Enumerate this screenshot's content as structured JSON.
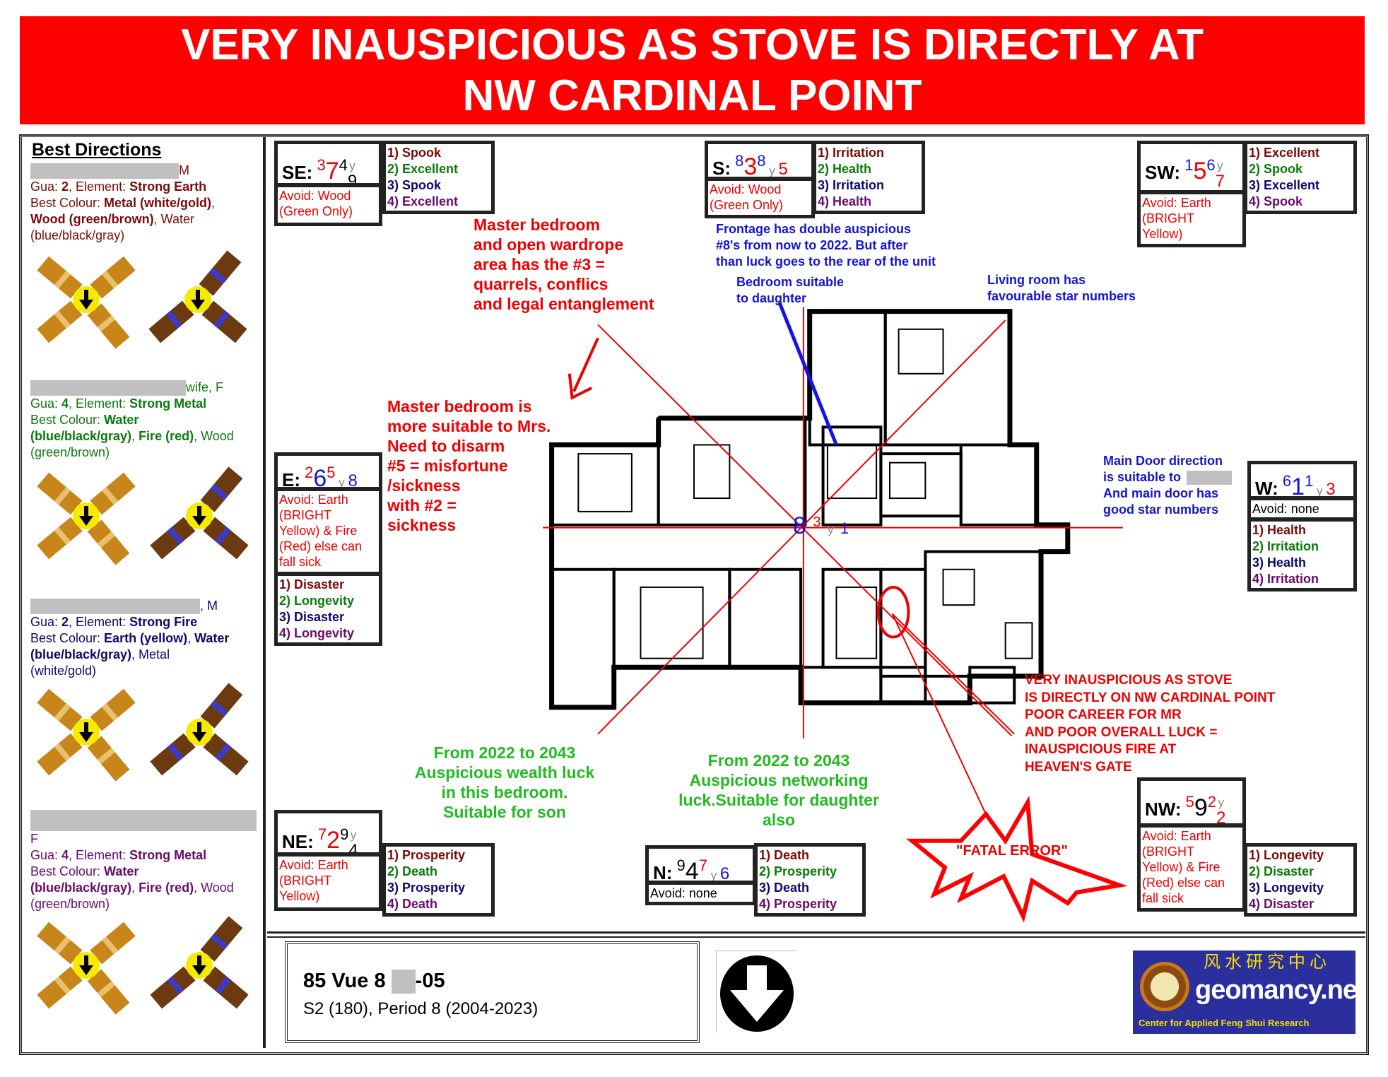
{
  "banner": {
    "line1": "VERY INAUSPICIOUS AS STOVE IS DIRECTLY AT",
    "line2": "NW CARDINAL POINT"
  },
  "left_panel": {
    "title": "Best Directions",
    "people": [
      {
        "color": "#7a0a0a",
        "name_suffix": "M",
        "lines": [
          [
            {
              "t": "Gua: "
            },
            {
              "t": "2",
              "b": true
            },
            {
              "t": ", Element: "
            },
            {
              "t": "Strong Earth",
              "b": true
            }
          ],
          [
            {
              "t": "Best Colour: "
            },
            {
              "t": "Metal (white/gold)",
              "b": true
            },
            {
              "t": ","
            }
          ],
          [
            {
              "t": "Wood (green/brown)",
              "b": true
            },
            {
              "t": ", Water"
            }
          ],
          [
            {
              "t": "(blue/black/gray)"
            }
          ]
        ]
      },
      {
        "color": "#0a7a0a",
        "name_suffix": "wife, F",
        "lines": [
          [
            {
              "t": "Gua: "
            },
            {
              "t": "4",
              "b": true
            },
            {
              "t": ", Element: "
            },
            {
              "t": "Strong Metal",
              "b": true
            }
          ],
          [
            {
              "t": "Best Colour: "
            },
            {
              "t": "Water",
              "b": true
            }
          ],
          [
            {
              "t": "(blue/black/gray)",
              "b": true
            },
            {
              "t": ", "
            },
            {
              "t": "Fire (red)",
              "b": true
            },
            {
              "t": ", Wood"
            }
          ],
          [
            {
              "t": "(green/brown)"
            }
          ]
        ]
      },
      {
        "color": "#0a0a6a",
        "name_suffix": ", M",
        "lines": [
          [
            {
              "t": "Gua: "
            },
            {
              "t": "2",
              "b": true
            },
            {
              "t": ", Element: "
            },
            {
              "t": "Strong Fire",
              "b": true
            }
          ],
          [
            {
              "t": "Best Colour: "
            },
            {
              "t": "Earth (yellow)",
              "b": true
            },
            {
              "t": ", "
            },
            {
              "t": "Water",
              "b": true
            }
          ],
          [
            {
              "t": "(blue/black/gray)",
              "b": true
            },
            {
              "t": ", Metal"
            }
          ],
          [
            {
              "t": "(white/gold)"
            }
          ]
        ]
      },
      {
        "color": "#6a0a6a",
        "name_suffix": "F",
        "lines": [
          [
            {
              "t": "Gua: "
            },
            {
              "t": "4",
              "b": true
            },
            {
              "t": ", Element: "
            },
            {
              "t": "Strong Metal",
              "b": true
            }
          ],
          [
            {
              "t": "Best Colour: "
            },
            {
              "t": "Water",
              "b": true
            }
          ],
          [
            {
              "t": "(blue/black/gray)",
              "b": true
            },
            {
              "t": ", "
            },
            {
              "t": "Fire (red)",
              "b": true
            },
            {
              "t": ", Wood"
            }
          ],
          [
            {
              "t": "(green/brown)"
            }
          ]
        ]
      }
    ]
  },
  "directions": [
    {
      "key": "SE",
      "label": "SE",
      "m": "3",
      "p": "7",
      "w": "4",
      "y": "y",
      "yv": "9",
      "colors": [
        "#e00",
        "#e00",
        "#000",
        "#000"
      ],
      "avoid": [
        "Avoid: Wood",
        "(Green Only)"
      ],
      "items": [
        "1) Spook",
        "2) Excellent",
        "3) Spook",
        "4) Excellent"
      ]
    },
    {
      "key": "S",
      "label": "S",
      "m": "8",
      "p": "3",
      "w": "8",
      "y": "y",
      "yv": "5",
      "colors": [
        "#1414e0",
        "#e00",
        "#1414e0",
        "#e00"
      ],
      "avoid": [
        "Avoid: Wood",
        "(Green Only)"
      ],
      "items": [
        "1) Irritation",
        "2) Health",
        "3) Irritation",
        "4) Health"
      ]
    },
    {
      "key": "SW",
      "label": "SW",
      "m": "1",
      "p": "5",
      "w": "6",
      "y": "y",
      "yv": "7",
      "colors": [
        "#1414e0",
        "#e00",
        "#1414e0",
        "#e00"
      ],
      "avoid": [
        "Avoid: Earth",
        "(BRIGHT",
        "Yellow)"
      ],
      "items": [
        "1) Excellent",
        "2) Spook",
        "3) Excellent",
        "4) Spook"
      ]
    },
    {
      "key": "E",
      "label": "E",
      "m": "2",
      "p": "6",
      "w": "5",
      "y": "y",
      "yv": "8",
      "colors": [
        "#e00",
        "#1414e0",
        "#e00",
        "#1414e0"
      ],
      "avoid": [
        "Avoid: Earth",
        "(BRIGHT",
        "Yellow) & Fire",
        "(Red) else can",
        "fall sick"
      ],
      "items": [
        "1) Disaster",
        "2) Longevity",
        "3) Disaster",
        "4) Longevity"
      ]
    },
    {
      "key": "W",
      "label": "W",
      "m": "6",
      "p": "1",
      "w": "1",
      "y": "y",
      "yv": "3",
      "colors": [
        "#1414e0",
        "#1414e0",
        "#1414e0",
        "#e00"
      ],
      "avoid": [
        "Avoid: none"
      ],
      "items": [
        "1) Health",
        "2) Irritation",
        "3) Health",
        "4) Irritation"
      ]
    },
    {
      "key": "NE",
      "label": "NE",
      "m": "7",
      "p": "2",
      "w": "9",
      "y": "y",
      "yv": "4",
      "colors": [
        "#e00",
        "#e00",
        "#000",
        "#000"
      ],
      "avoid": [
        "Avoid: Earth",
        "(BRIGHT",
        "Yellow)"
      ],
      "items": [
        "1) Prosperity",
        "2) Death",
        "3) Prosperity",
        "4) Death"
      ]
    },
    {
      "key": "N",
      "label": "N",
      "m": "9",
      "p": "4",
      "w": "7",
      "y": "y",
      "yv": "6",
      "colors": [
        "#000",
        "#000",
        "#e00",
        "#1414e0"
      ],
      "avoid": [
        "Avoid: none"
      ],
      "items": [
        "1) Death",
        "2) Prosperity",
        "3) Death",
        "4) Prosperity"
      ]
    },
    {
      "key": "NW",
      "label": "NW",
      "m": "5",
      "p": "9",
      "w": "2",
      "y": "y",
      "yv": "2",
      "colors": [
        "#e00",
        "#000",
        "#e00",
        "#e00"
      ],
      "avoid": [
        "Avoid: Earth",
        "(BRIGHT",
        "Yellow) & Fire",
        "(Red) else can",
        "fall sick"
      ],
      "items": [
        "1) Longevity",
        "2) Disaster",
        "3) Longevity",
        "4) Disaster"
      ]
    }
  ],
  "item_colors": [
    "#7a0a0a",
    "#0a7a0a",
    "#0a0a70",
    "#6a0a6a"
  ],
  "center_stars": {
    "m": "8",
    "p": "3",
    "y": "y",
    "yv": "1"
  },
  "notes": {
    "master_wardrobe": [
      "Master bedroom",
      "and open wardrope",
      "area has the #3 =",
      "quarrels, conflics",
      "and legal entanglement"
    ],
    "master_mrs": [
      "Master bedroom is",
      "more suitable to Mrs.",
      "Need to disarm",
      "#5 = misfortune",
      "/sickness",
      "with #2 =",
      "sickness"
    ],
    "frontage": [
      "Frontage has double auspicious",
      "#8's from now to 2022. But after",
      "than luck goes to the rear of the unit"
    ],
    "bedroom_daughter": [
      "Bedroom suitable",
      "to daughter"
    ],
    "living_room": [
      "Living room has",
      "favourable star numbers"
    ],
    "main_door": [
      "Main Door direction",
      "is suitable to",
      "And main door has",
      "good star numbers"
    ],
    "stove": [
      "VERY INAUSPICIOUS AS STOVE",
      "IS DIRECTLY ON NW CARDINAL POINT",
      "POOR CAREER FOR MR",
      "AND POOR OVERALL LUCK =",
      "INAUSPICIOUS FIRE AT",
      "HEAVEN'S GATE"
    ],
    "wealth": [
      "From 2022 to 2043",
      "Auspicious wealth luck",
      "in this bedroom.",
      "Suitable for son"
    ],
    "networking": [
      "From 2022 to 2043",
      "Auspicious networking",
      "luck.Suitable for daughter",
      "also"
    ],
    "fatal": "\"FATAL ERROR\""
  },
  "footer": {
    "address": "85 Vue 8",
    "address_suffix": "-05",
    "facing": "S2 (180), Period 8 (2004-2023)",
    "logo_chinese": "风水研究中心",
    "logo_main": "geomancy.net",
    "logo_sub": "Center for Applied Feng Shui Research"
  }
}
